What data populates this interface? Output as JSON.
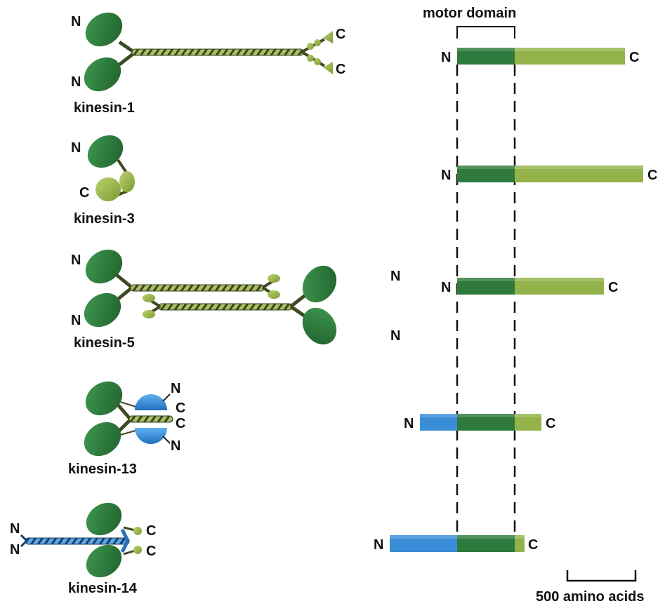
{
  "colors": {
    "motor_dark": "#2e7a3c",
    "tail_light": "#93b24a",
    "nterm_blue": "#3a8ed8",
    "stalk": "#3f4a22",
    "head_green": "#2b7a3a",
    "light_head": "#9cb84f"
  },
  "terminus": {
    "n": "N",
    "c": "C"
  },
  "legend": {
    "motor_domain": "motor domain",
    "scale_bar": "500 amino acids"
  },
  "kinesins": [
    {
      "name": "kinesin-1"
    },
    {
      "name": "kinesin-3"
    },
    {
      "name": "kinesin-5"
    },
    {
      "name": "kinesin-13"
    },
    {
      "name": "kinesin-14"
    }
  ]
}
